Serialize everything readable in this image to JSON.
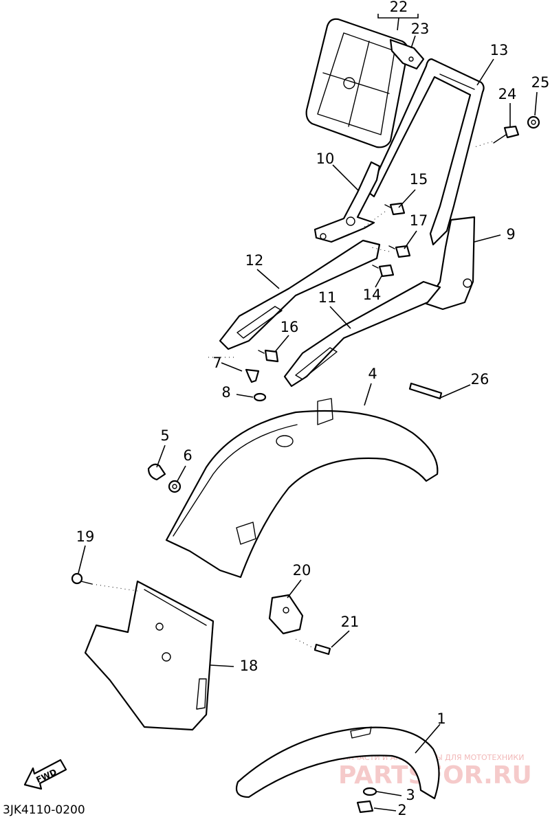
{
  "diagram": {
    "code_label": "3JK4110-0200",
    "fwd_label": "FWD",
    "watermark": {
      "tagline": "ЗАПЧАСТИ И АКСЕССУАРЫ ДЛЯ МОТОТЕХНИКИ",
      "brand": "PARTSFOR.RU"
    },
    "callouts": {
      "c1": "1",
      "c2": "2",
      "c3": "3",
      "c4": "4",
      "c5": "5",
      "c6": "6",
      "c7": "7",
      "c8": "8",
      "c9": "9",
      "c10": "10",
      "c11": "11",
      "c12": "12",
      "c13": "13",
      "c14": "14",
      "c15": "15",
      "c16": "16",
      "c17": "17",
      "c18": "18",
      "c19": "19",
      "c20": "20",
      "c21": "21",
      "c22": "22",
      "c23": "23",
      "c24": "24",
      "c25": "25",
      "c26": "26"
    }
  }
}
